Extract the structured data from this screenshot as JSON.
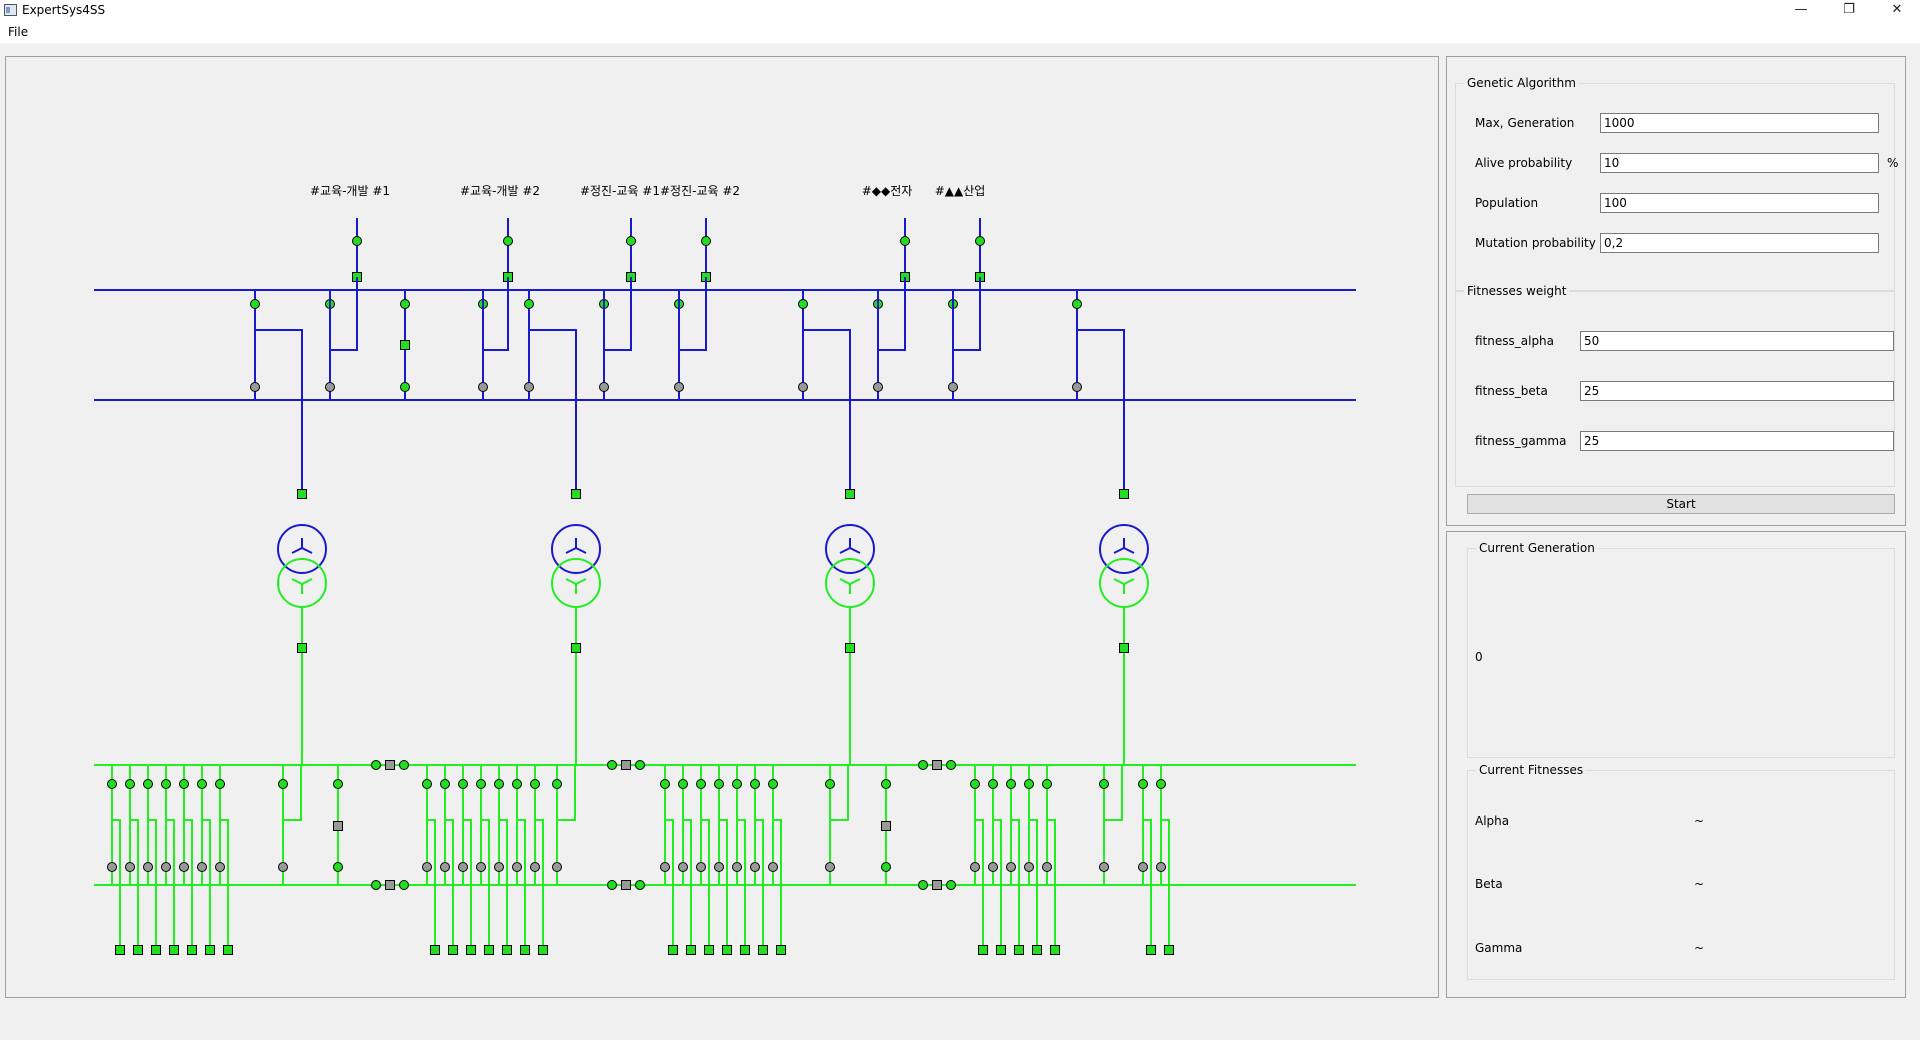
{
  "window": {
    "title": "ExpertSys4SS",
    "minimize": "—",
    "restore": "❐",
    "close": "✕"
  },
  "menu": {
    "file": "File"
  },
  "diagram": {
    "feeder_labels": [
      "#교육-개발 #1",
      "#교육-개발 #2",
      "#정진-교육 #1#정진-교육 #2",
      "#◆◆전자",
      "#▲▲산업"
    ],
    "colors": {
      "hv": "#1a1acc",
      "lv": "#22ee22",
      "node_on": "#22dd22",
      "node_off": "#999999",
      "outline": "#000000"
    }
  },
  "ga": {
    "title": "Genetic Algorithm",
    "max_generation": {
      "label": "Max, Generation",
      "value": "1000"
    },
    "alive_probability": {
      "label": "Alive probability",
      "value": "10",
      "unit": "%"
    },
    "population": {
      "label": "Population",
      "value": "100"
    },
    "mutation_probability": {
      "label": "Mutation probability",
      "value": "0,2"
    }
  },
  "fitness": {
    "title": "Fitnesses weight",
    "alpha": {
      "label": "fitness_alpha",
      "value": "50"
    },
    "beta": {
      "label": "fitness_beta",
      "value": "25"
    },
    "gamma": {
      "label": "fitness_gamma",
      "value": "25"
    }
  },
  "start_button": "Start",
  "current_generation": {
    "title": "Current Generation",
    "value": "0"
  },
  "current_fitnesses": {
    "title": "Current Fitnesses",
    "alpha": {
      "label": "Alpha",
      "value": "~"
    },
    "beta": {
      "label": "Beta",
      "value": "~"
    },
    "gamma": {
      "label": "Gamma",
      "value": "~"
    }
  }
}
